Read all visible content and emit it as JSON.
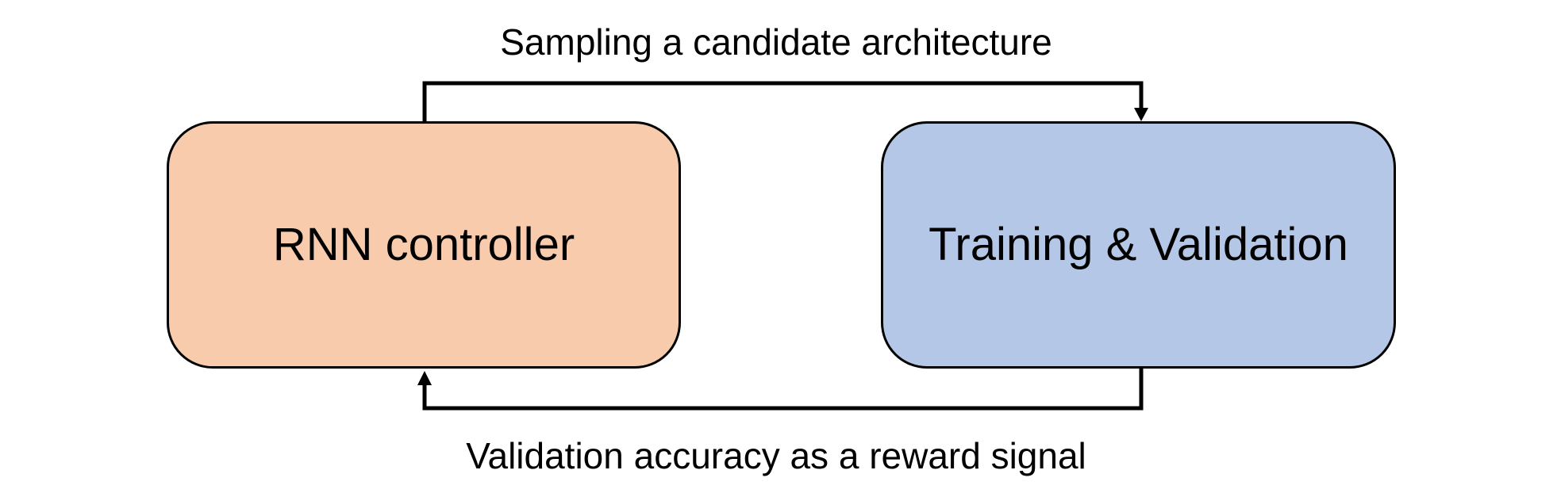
{
  "diagram": {
    "top_edge_label": "Sampling a candidate architecture",
    "bottom_edge_label": "Validation accuracy as a reward signal",
    "nodes": [
      {
        "label": "RNN controller",
        "fill": "#f8cbad"
      },
      {
        "label": "Training & Validation",
        "fill": "#b4c7e7"
      }
    ],
    "stroke_color": "#000000"
  }
}
